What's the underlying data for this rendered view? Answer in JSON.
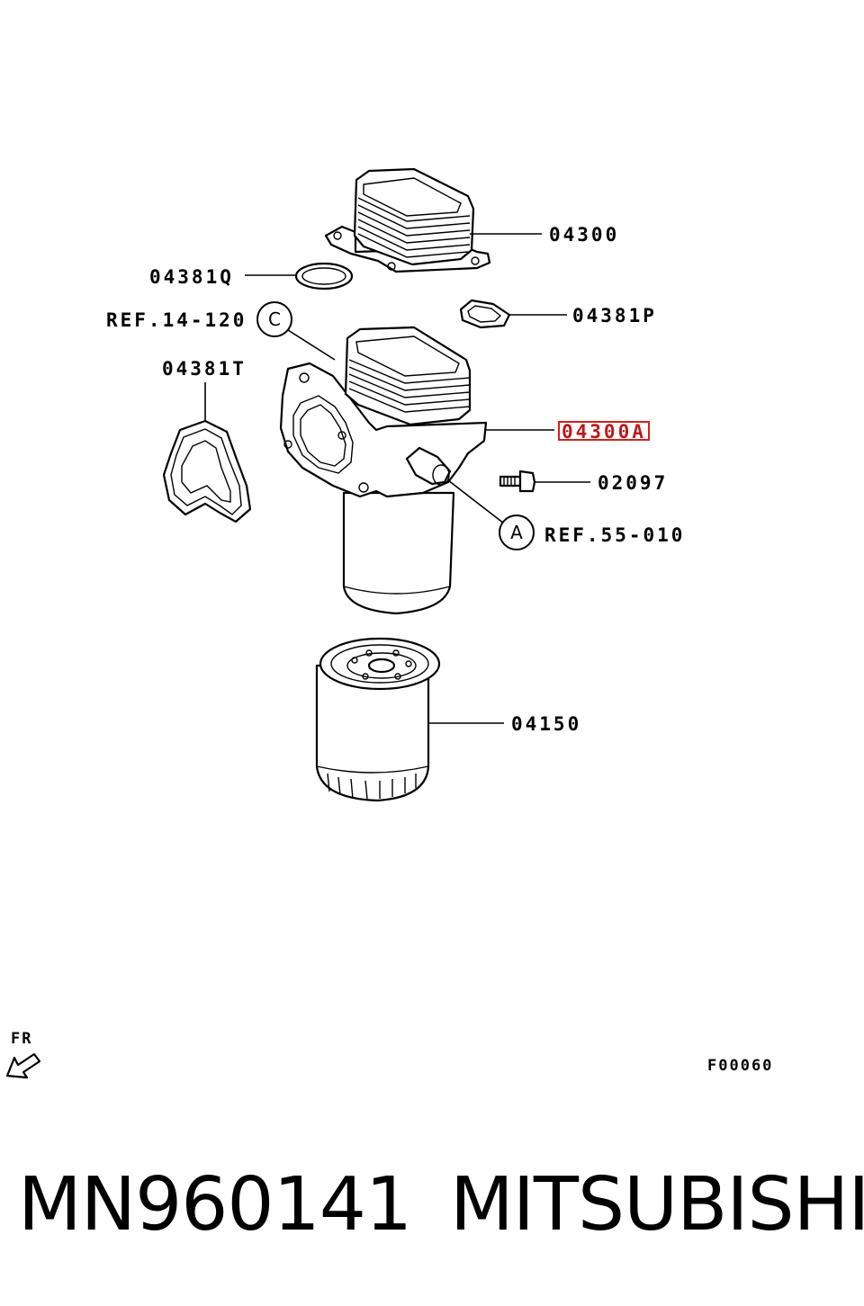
{
  "diagram": {
    "labels": {
      "p04300": "04300",
      "p04381q": "04381Q",
      "ref14": "REF.14-120",
      "p04381p": "04381P",
      "p04381t": "04381T",
      "p04300a": "04300A",
      "p02097": "02097",
      "ref55": "REF.55-010",
      "p04150": "04150"
    },
    "callouts": {
      "c": "C",
      "a": "A"
    },
    "highlight_color": "#d02020",
    "front_label": "FR",
    "figure_code": "F00060"
  },
  "footer": {
    "part_number": "MN960141",
    "brand": "MITSUBISHI"
  }
}
